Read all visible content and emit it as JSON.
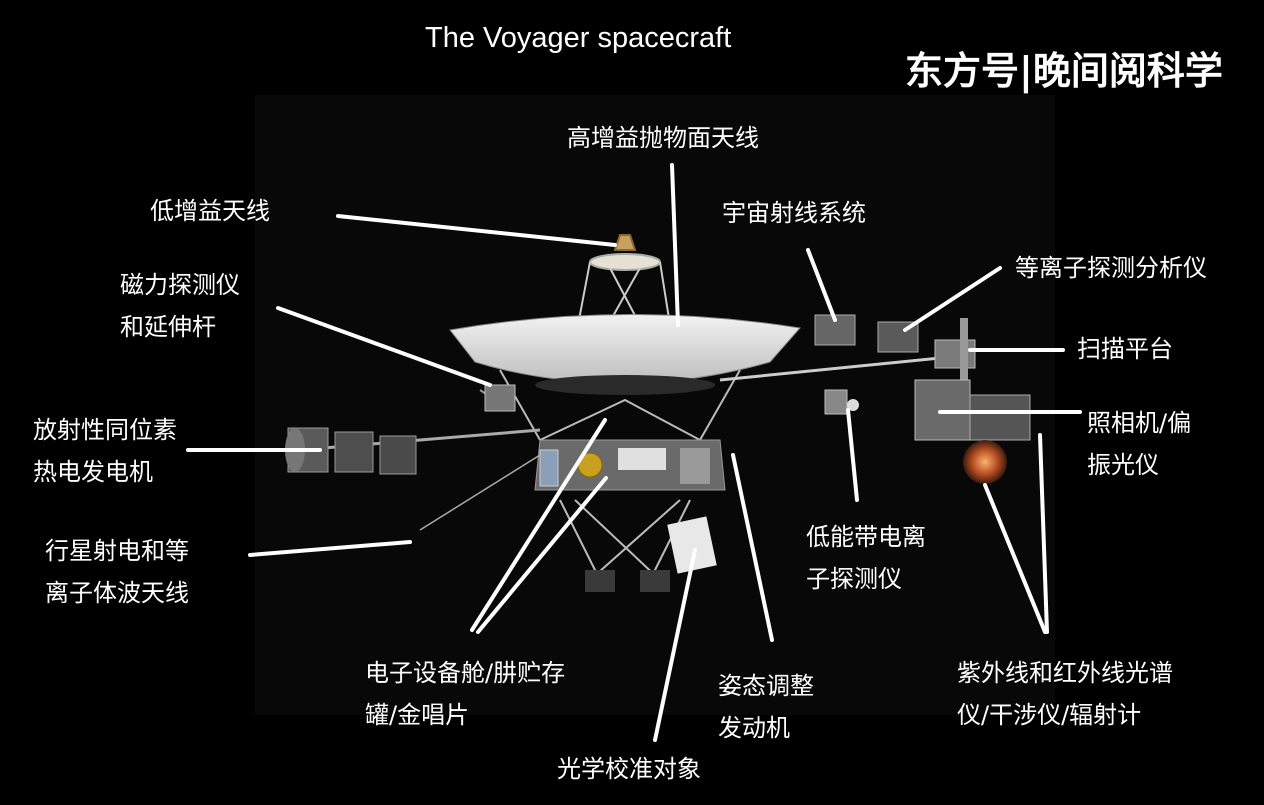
{
  "title": "The Voyager spacecraft",
  "watermark": "东方号|晚间阅科学",
  "labels": {
    "high_gain_antenna": "高增益抛物面天线",
    "low_gain_antenna": "低增益天线",
    "cosmic_ray": "宇宙射线系统",
    "magnetometer": [
      "磁力探测仪",
      "和延伸杆"
    ],
    "plasma_analyzer": "等离子探测分析仪",
    "scan_platform": "扫描平台",
    "rtg": [
      "放射性同位素",
      "热电发电机"
    ],
    "camera": [
      "照相机/偏",
      "振光仪"
    ],
    "planetary_radio": [
      "行星射电和等",
      "离子体波天线"
    ],
    "low_energy_particle": [
      "低能带电离",
      "子探测仪"
    ],
    "electronics_bus": [
      "电子设备舱/肼贮存",
      "罐/金唱片"
    ],
    "thrusters": [
      "姿态调整",
      "发动机"
    ],
    "uv_ir": [
      "紫外线和红外线光谱",
      "仪/干涉仪/辐射计"
    ],
    "optical_calibration": "光学校准对象"
  }
}
